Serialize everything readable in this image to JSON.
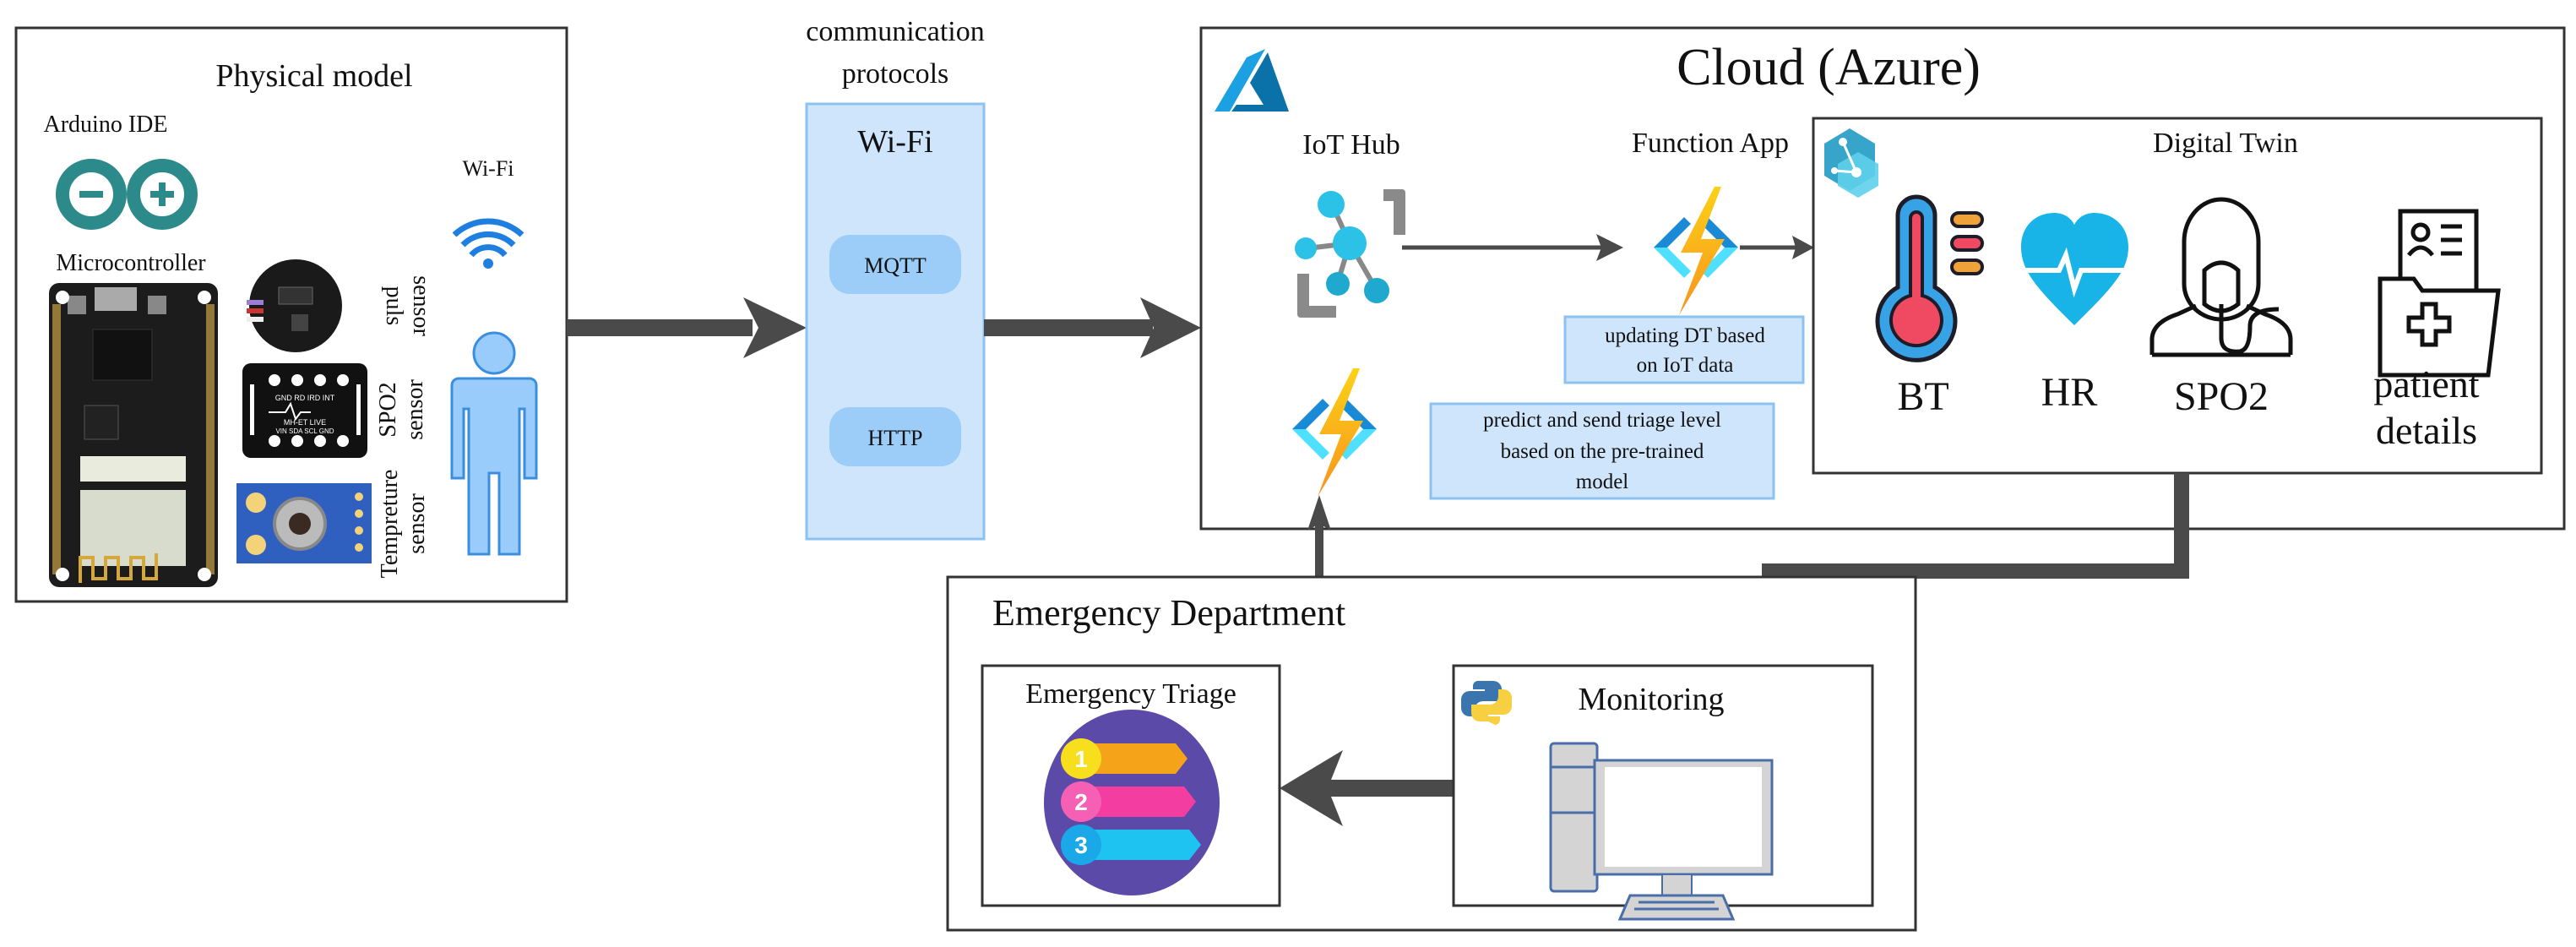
{
  "physical": {
    "title": "Physical model",
    "arduino_label": "Arduino IDE",
    "micro_label": "Microcontroller",
    "wifi_label": "Wi-Fi",
    "sensors": [
      {
        "line1": "puls",
        "line2": "sensor"
      },
      {
        "line1": "SPO2",
        "line2": "sensor"
      },
      {
        "line1": "Tempreture",
        "line2": "sensor"
      }
    ],
    "board_text": {
      "spo2_top": "GND RD IRD INT",
      "spo2_brand": "MH-ET LIVE",
      "spo2_bottom": "VIN SDA SCL GND"
    }
  },
  "comm": {
    "title_line1": "communication",
    "title_line2": "protocols",
    "box_title": "Wi-Fi",
    "protocols": [
      "MQTT",
      "HTTP"
    ]
  },
  "cloud": {
    "title": "Cloud (Azure)",
    "iot_hub": "IoT Hub",
    "function_app": "Function App",
    "update_note_line1": "updating DT based",
    "update_note_line2": "on IoT data",
    "predict_note_line1": "predict and send triage level",
    "predict_note_line2": "based on the pre-trained",
    "predict_note_line3": "model"
  },
  "digital_twin": {
    "title": "Digital Twin",
    "items": [
      "BT",
      "HR",
      "SPO2"
    ],
    "patient_line1": "patient",
    "patient_line2": "details"
  },
  "emergency": {
    "title": "Emergency Department",
    "triage_title": "Emergency Triage",
    "triage_levels": [
      "1",
      "2",
      "3"
    ],
    "monitoring_title": "Monitoring"
  },
  "colors": {
    "arrow": "#4a4a4a",
    "comm_fill": "#cfe5fb",
    "comm_border": "#8cc2f2",
    "pill": "#9ccdf8",
    "azure": "#1a8fd1",
    "person": "#99ccfa"
  }
}
